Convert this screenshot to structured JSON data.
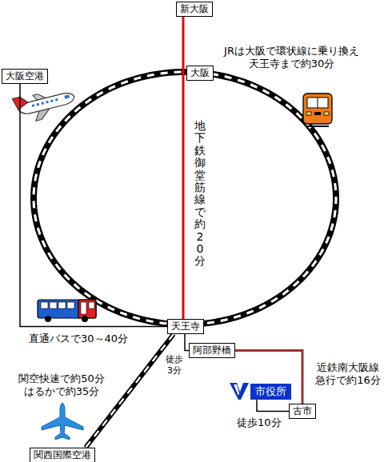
{
  "diagram": {
    "nodes": [
      {
        "text": [
          "新大阪"
        ]
      },
      {
        "text": [
          "大阪空港"
        ]
      },
      {
        "text": [
          "大阪"
        ]
      },
      {
        "text": [
          "天王寺"
        ]
      },
      {
        "text": [
          "阿部野橋"
        ]
      },
      {
        "text": [
          "市役所"
        ]
      },
      {
        "text": [
          "古市"
        ]
      },
      {
        "text": [
          "関西国際空港"
        ]
      }
    ],
    "edges": [
      {
        "from": 0,
        "to": 3,
        "label": "地下鉄御堂筋線で約20分",
        "arrow": "none"
      },
      {
        "from": 2,
        "to": 3,
        "label": "JRは大阪で環状線に乗り換え 天王寺まで約30分",
        "arrow": "none"
      },
      {
        "from": 1,
        "to": 3,
        "label": "直通バスで30～40分",
        "arrow": "none"
      },
      {
        "from": 3,
        "to": 7,
        "label": "関空快速で約50分 はるかで約35分",
        "arrow": "none"
      },
      {
        "from": 3,
        "to": 4,
        "label": "徒歩 3分",
        "arrow": "none"
      },
      {
        "from": 4,
        "to": 6,
        "label": "近鉄南大阪線 急行で約16分",
        "arrow": "none"
      },
      {
        "from": 5,
        "to": 6,
        "label": "徒歩10分",
        "arrow": "none"
      }
    ]
  }
}
